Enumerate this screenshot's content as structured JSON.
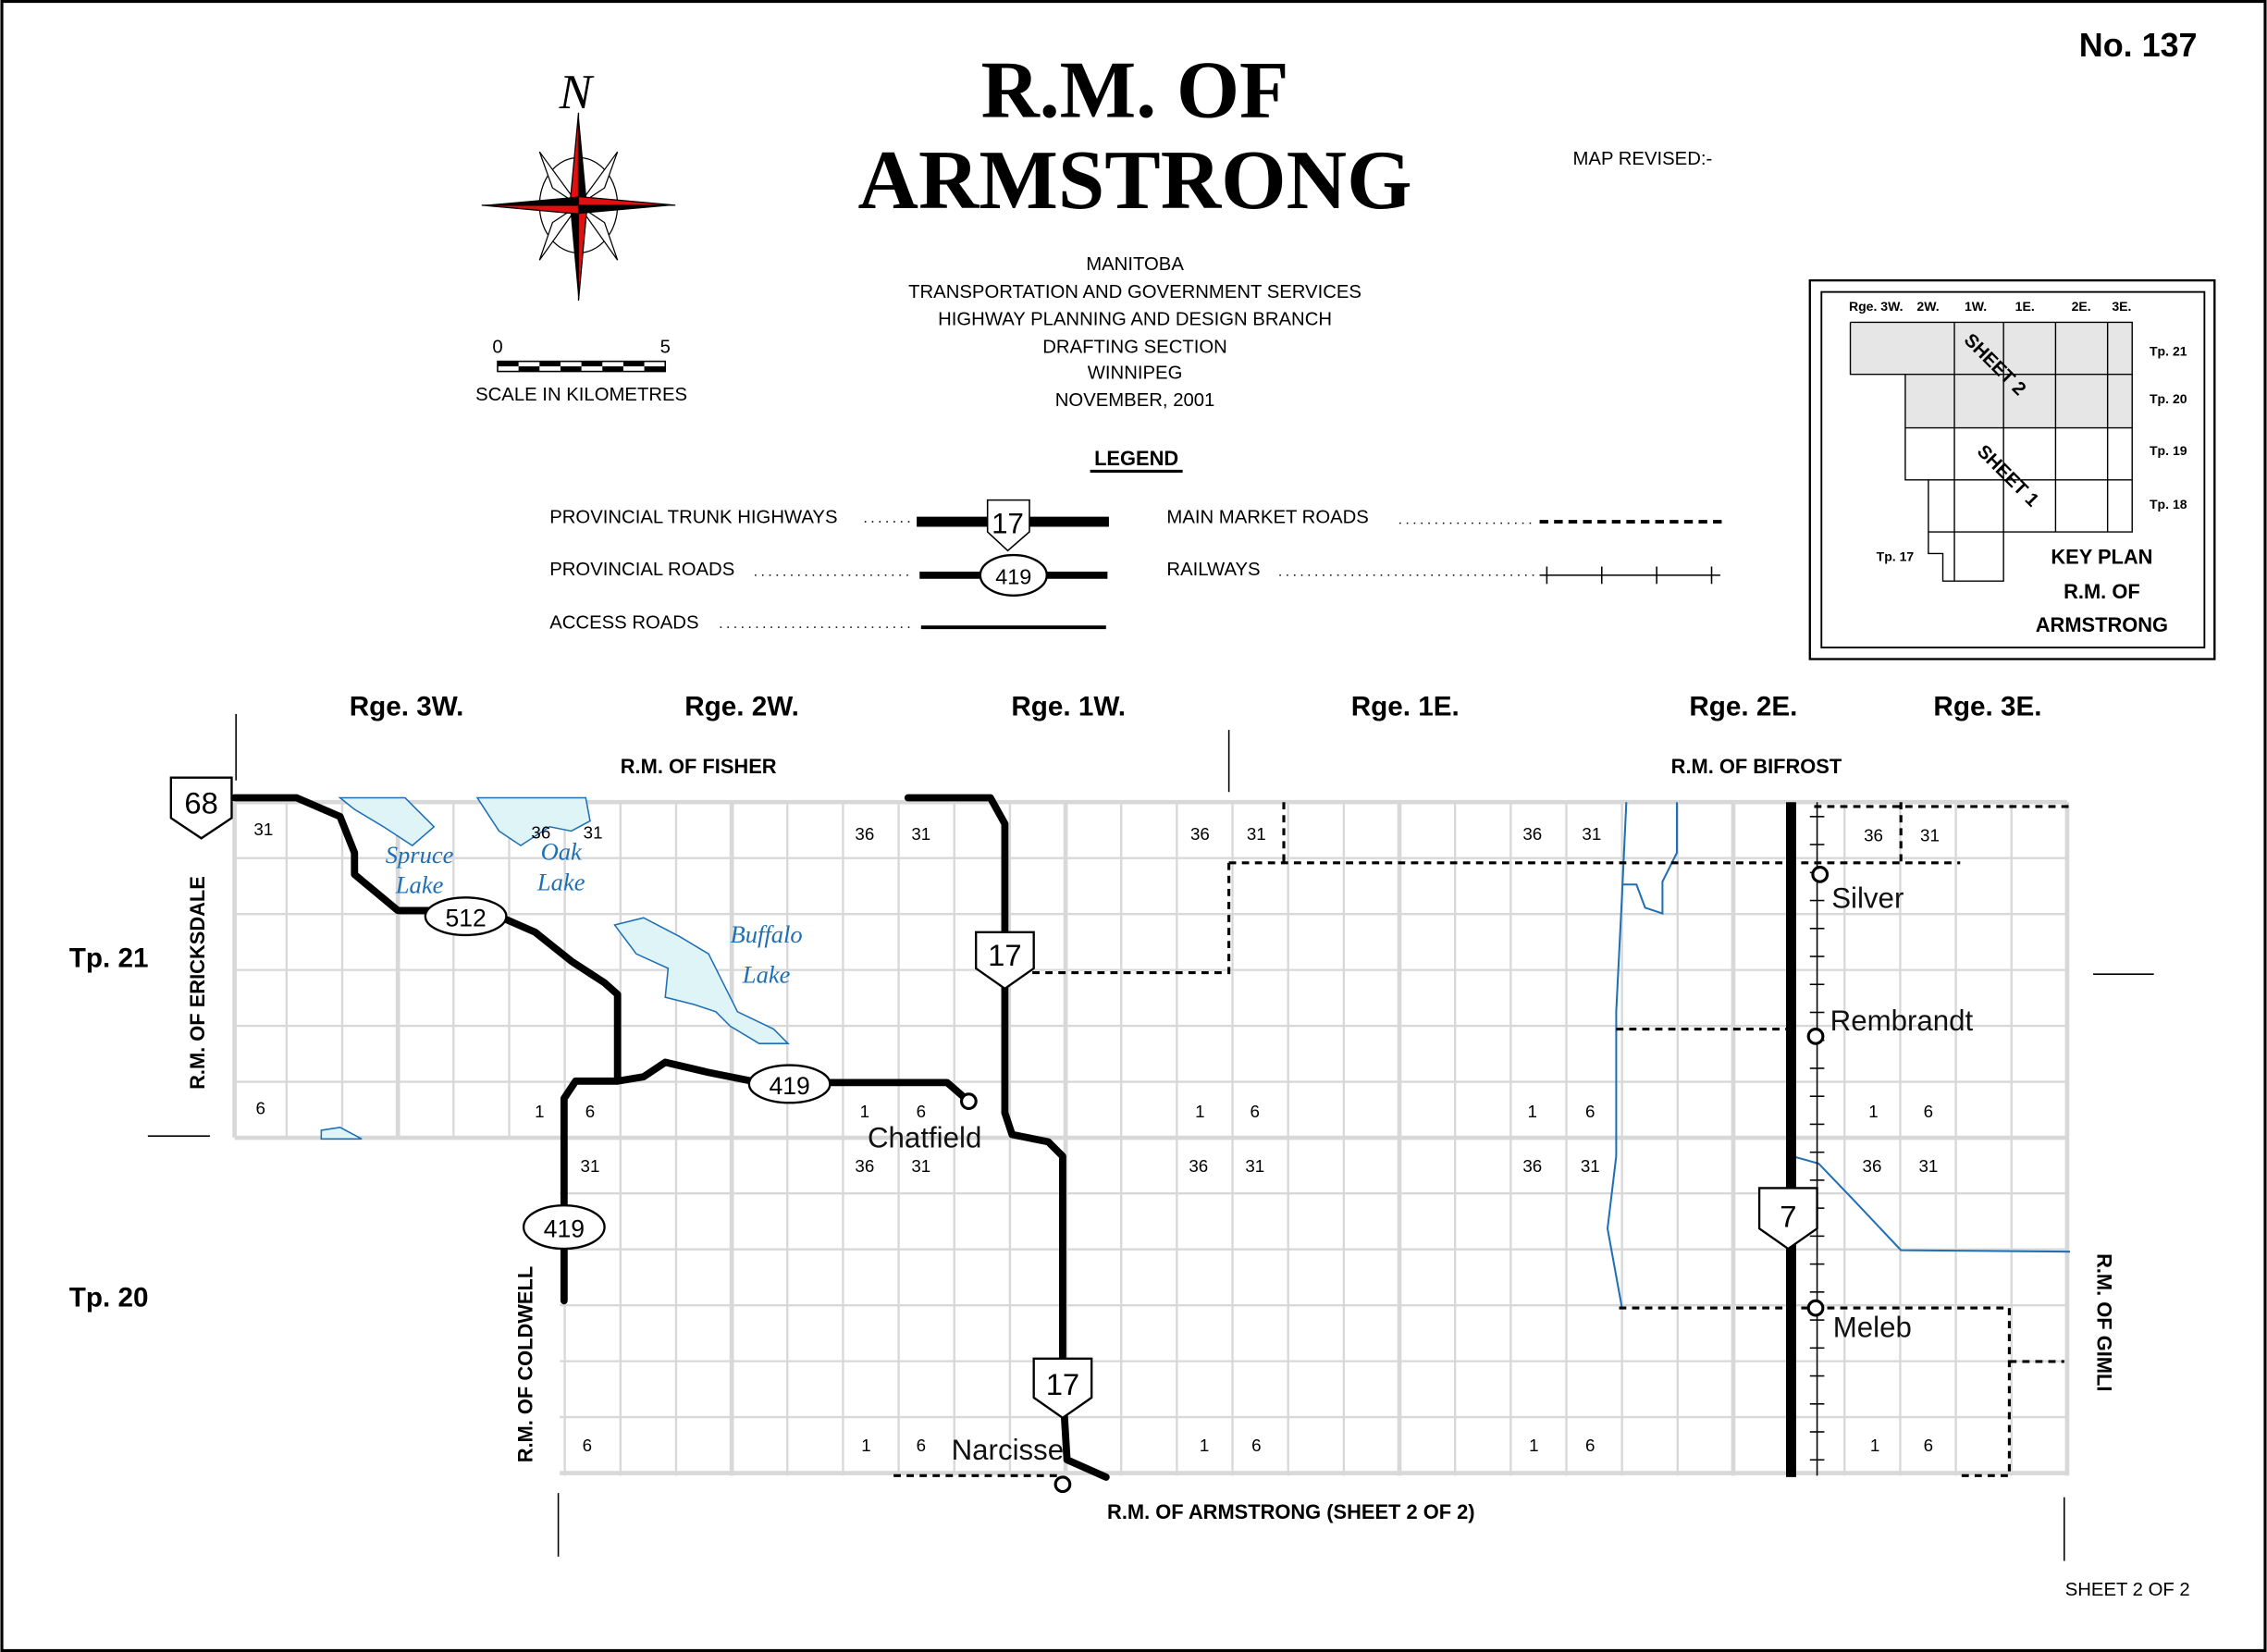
{
  "sheet_number": "No. 137",
  "title_line1": "R.M. OF",
  "title_line2": "ARMSTRONG",
  "map_revised": "MAP  REVISED:-",
  "north_letter": "N",
  "scale": {
    "start": "0",
    "end": "5",
    "label": "SCALE  IN  KILOMETRES"
  },
  "agency": [
    "MANITOBA",
    "TRANSPORTATION  AND  GOVERNMENT  SERVICES",
    "HIGHWAY  PLANNING  AND  DESIGN  BRANCH",
    "DRAFTING  SECTION",
    "WINNIPEG",
    "NOVEMBER, 2001"
  ],
  "legend": {
    "title": "LEGEND",
    "trunk": "PROVINCIAL  TRUNK  HIGHWAYS",
    "trunk_shield": "17",
    "provincial": "PROVINCIAL  ROADS",
    "provincial_shield": "419",
    "access": "ACCESS  ROADS",
    "market": "MAIN  MARKET  ROADS",
    "railways": "RAILWAYS"
  },
  "key_plan": {
    "ranges": [
      "Rge. 3W.",
      "2W.",
      "1W.",
      "1E.",
      "2E.",
      "3E."
    ],
    "townships": [
      "Tp. 21",
      "Tp. 20",
      "Tp. 19",
      "Tp. 18",
      "Tp. 17"
    ],
    "sheet2": "SHEET  2",
    "sheet1": "SHEET  1",
    "title": [
      "KEY  PLAN",
      "R.M. OF",
      "ARMSTRONG"
    ]
  },
  "ranges": [
    "Rge. 3W.",
    "Rge. 2W.",
    "Rge. 1W.",
    "Rge. 1E.",
    "Rge. 2E.",
    "Rge. 3E."
  ],
  "townships": [
    "Tp. 21",
    "Tp. 20"
  ],
  "neighbours": {
    "north_west": "R.M.  OF  FISHER",
    "north_east": "R.M.  OF  BIFROST",
    "west_upper": "R.M.  OF  ERICKSDALE",
    "west_lower": "R.M.  OF  COLDWELL",
    "east": "R.M.  OF  GIMLI",
    "south": "R.M.  OF  ARMSTRONG  (SHEET  2  OF  2)"
  },
  "highways": {
    "h68": "68",
    "h17a": "17",
    "h17b": "17",
    "h7": "7",
    "r512": "512",
    "r419a": "419",
    "r419b": "419"
  },
  "towns": [
    "Silver",
    "Rembrandt",
    "Meleb",
    "Chatfield",
    "Narcisse"
  ],
  "lakes": {
    "spruce": [
      "Spruce",
      "Lake"
    ],
    "oak": [
      "Oak",
      "Lake"
    ],
    "buffalo": [
      "Buffalo",
      "Lake"
    ]
  },
  "sections": {
    "r1": [
      "31",
      "36",
      "31",
      "36",
      "31",
      "36",
      "31",
      "36",
      "31",
      "36",
      "31"
    ],
    "r2": [
      "6",
      "1",
      "6",
      "1",
      "6",
      "1",
      "6",
      "1",
      "6",
      "1",
      "6"
    ],
    "r3": [
      "31",
      "36",
      "31",
      "36",
      "31",
      "36",
      "31",
      "36",
      "31"
    ],
    "r4": [
      "6",
      "1",
      "6",
      "1",
      "6",
      "1",
      "6",
      "1",
      "6"
    ]
  },
  "footer": "SHEET  2  OF  2",
  "colors": {
    "compass_red": "#e01010",
    "water": "#1f6fb5",
    "lake_fill": "#dff4f7",
    "grid": "#d8d8d8",
    "key_shade": "#e6e6e6"
  }
}
